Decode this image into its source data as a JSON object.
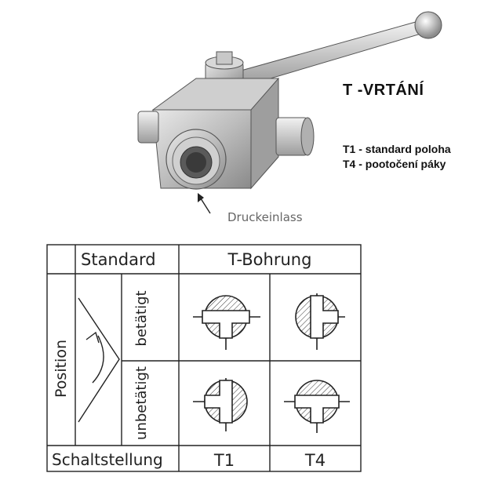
{
  "header": {
    "title": "T -VRTÁNÍ",
    "notes": [
      "T1 - standard poloha",
      "T4 - pootočení páky"
    ]
  },
  "photo": {
    "inlet_label": "Druckeinlass"
  },
  "table": {
    "header_left": "Standard",
    "header_right": "T-Bohrung",
    "row_label": "Position",
    "states": [
      "betätigt",
      "unbetätigt"
    ],
    "footer_label": "Schaltstellung",
    "columns": [
      "T1",
      "T4"
    ]
  },
  "icons": {
    "valve": "ball-valve-photo",
    "arrow": "pointer-arrow-icon",
    "rotation": "rotation-arrow-icon",
    "bore": "t-bore-symbol-icon"
  }
}
